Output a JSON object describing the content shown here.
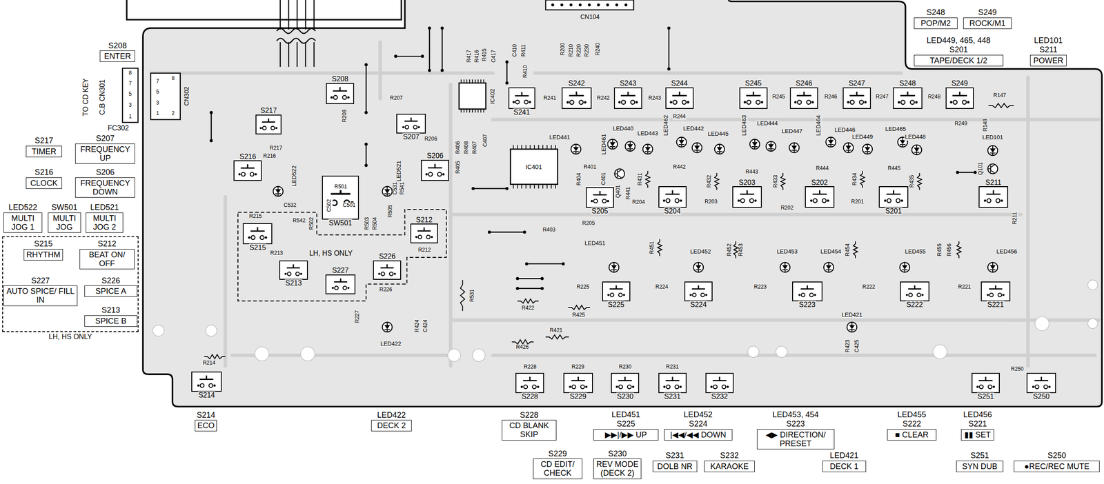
{
  "diagram": {
    "nodes": [
      {
        "text": [
          "S208",
          "ENTER"
        ]
      },
      {
        "text": [
          "S217",
          "TIMER"
        ]
      },
      {
        "text": [
          "S207",
          "FREQUENCY UP"
        ]
      },
      {
        "text": [
          "S216",
          "CLOCK"
        ]
      },
      {
        "text": [
          "S206",
          "FREQUENCY DOWN"
        ]
      },
      {
        "text": [
          "LED522",
          "MULTI JOG 1"
        ]
      },
      {
        "text": [
          "SW501",
          "MULTI JOG"
        ]
      },
      {
        "text": [
          "LED521",
          "MULTI JOG 2"
        ]
      },
      {
        "text": [
          "LH, HS ONLY"
        ]
      },
      {
        "text": [
          "S215",
          "RHYTHM"
        ],
        "in": 8
      },
      {
        "text": [
          "S212",
          "BEAT ON/ OFF"
        ],
        "in": 8
      },
      {
        "text": [
          "S227",
          "AUTO SPICE/ FILL IN"
        ],
        "in": 8
      },
      {
        "text": [
          "S226",
          "SPICE A"
        ],
        "in": 8
      },
      {
        "text": [
          "S213",
          "SPICE B"
        ],
        "in": 8
      },
      {
        "text": [
          "S208"
        ]
      },
      {
        "text": [
          "S217"
        ]
      },
      {
        "text": [
          "S207"
        ]
      },
      {
        "text": [
          "S216"
        ]
      },
      {
        "text": [
          "S206"
        ]
      },
      {
        "text": [
          "SW501"
        ]
      },
      {
        "text": [
          "LH, HS ONLY"
        ]
      },
      {
        "text": [
          "S215"
        ],
        "in": 20
      },
      {
        "text": [
          "S213"
        ],
        "in": 20
      },
      {
        "text": [
          "S227"
        ],
        "in": 20
      },
      {
        "text": [
          "S226"
        ],
        "in": 20
      },
      {
        "text": [
          "S212"
        ],
        "in": 20
      },
      {
        "text": [
          "S214"
        ]
      },
      {
        "text": [
          "S241"
        ]
      },
      {
        "text": [
          "S242"
        ]
      },
      {
        "text": [
          "S243"
        ]
      },
      {
        "text": [
          "S244"
        ]
      },
      {
        "text": [
          "S245"
        ]
      },
      {
        "text": [
          "S246"
        ]
      },
      {
        "text": [
          "S247"
        ]
      },
      {
        "text": [
          "S248"
        ]
      },
      {
        "text": [
          "S249"
        ]
      },
      {
        "text": [
          "S205"
        ]
      },
      {
        "text": [
          "S204"
        ]
      },
      {
        "text": [
          "S203"
        ]
      },
      {
        "text": [
          "S202"
        ]
      },
      {
        "text": [
          "S201"
        ]
      },
      {
        "text": [
          "S211"
        ]
      },
      {
        "text": [
          "S225"
        ]
      },
      {
        "text": [
          "S224"
        ]
      },
      {
        "text": [
          "S223"
        ]
      },
      {
        "text": [
          "S222"
        ]
      },
      {
        "text": [
          "S221"
        ]
      },
      {
        "text": [
          "S228"
        ]
      },
      {
        "text": [
          "S229"
        ]
      },
      {
        "text": [
          "S230"
        ]
      },
      {
        "text": [
          "S231"
        ]
      },
      {
        "text": [
          "S232"
        ]
      },
      {
        "text": [
          "S251"
        ]
      },
      {
        "text": [
          "S250"
        ]
      },
      {
        "text": [
          "S248",
          "POP/M2"
        ]
      },
      {
        "text": [
          "S249",
          "ROCK/M1"
        ]
      },
      {
        "text": [
          "LED449, 465, 448",
          "S201",
          "TAPE/DECK 1/2"
        ]
      },
      {
        "text": [
          "LED101",
          "S211",
          "POWER"
        ]
      },
      {
        "text": [
          "S214",
          "ECO"
        ]
      },
      {
        "text": [
          "LED422",
          "DECK 2"
        ]
      },
      {
        "text": [
          "S228",
          "CD BLANK SKIP"
        ]
      },
      {
        "text": [
          "LED451",
          "S225",
          "▶▶|/▶▶ UP"
        ]
      },
      {
        "text": [
          "LED452",
          "S224",
          "|◀◀/◀◀ DOWN"
        ]
      },
      {
        "text": [
          "LED453, 454",
          "S223",
          "◀▶ DIRECTION/ PRESET"
        ]
      },
      {
        "text": [
          "LED455",
          "S222",
          "■ CLEAR"
        ]
      },
      {
        "text": [
          "LED456",
          "S221",
          "▮▮ SET"
        ]
      },
      {
        "text": [
          "S229",
          "CD EDIT/ CHECK"
        ]
      },
      {
        "text": [
          "S230",
          "REV MODE (DECK 2)"
        ]
      },
      {
        "text": [
          "S231",
          "DOLB NR"
        ]
      },
      {
        "text": [
          "S232",
          "KARAOKE"
        ]
      },
      {
        "text": [
          "LED421",
          "DECK 1"
        ]
      },
      {
        "text": [
          "S251",
          "SYN DUB"
        ]
      },
      {
        "text": [
          "S250",
          "●REC/REC MUTE"
        ]
      }
    ],
    "labels": [
      "TO CD KEY",
      "C.B CN301",
      "FC302",
      "8",
      "7",
      "5",
      "3",
      "1",
      "7",
      "5",
      "3",
      "1",
      "8",
      "2",
      "CN302",
      "CN104",
      "IC402",
      "IC401",
      "R417",
      "R416",
      "R415",
      "C417",
      "C410",
      "R411",
      "R410",
      "R200",
      "R210",
      "R220",
      "R230",
      "R240",
      "R207",
      "R208",
      "R241",
      "R242",
      "R243",
      "R244",
      "R245",
      "R246",
      "R247",
      "R248",
      "R249",
      "R147",
      "R148",
      "R206",
      "R406",
      "R405",
      "R408",
      "R407",
      "C407",
      "R401",
      "R404",
      "C401",
      "Q401",
      "R441",
      "R431",
      "R442",
      "R432",
      "R443",
      "R433",
      "R444",
      "R434",
      "R445",
      "R435",
      "Q101",
      "R204",
      "R203",
      "R202",
      "R201",
      "R211",
      "R205",
      "R403",
      "R217",
      "R216",
      "C532",
      "R542",
      "R502",
      "C531",
      "R541",
      "R505",
      "R503",
      "R504",
      "R215",
      "R213",
      "R212",
      "R226",
      "R227",
      "R424",
      "C424",
      "R531",
      "R422",
      "R425",
      "R421",
      "R426",
      "R225",
      "R224",
      "R223",
      "R222",
      "R221",
      "R451",
      "R452",
      "R453",
      "R454",
      "R455",
      "R456",
      "R214",
      "R228",
      "R229",
      "R230",
      "R231",
      "R250",
      "R423",
      "C425",
      "R501",
      "C502",
      "C501",
      "LED441",
      "LED461",
      "LED440",
      "LED443",
      "LED462",
      "LED442",
      "LED445",
      "LED463",
      "LED444",
      "LED447",
      "LED464",
      "LED446",
      "LED449",
      "LED465",
      "LED448",
      "LED101",
      "LED522",
      "LED521",
      "LED451",
      "LED452",
      "LED453",
      "LED454",
      "LED455",
      "LED456",
      "LED421",
      "LED422"
    ]
  }
}
